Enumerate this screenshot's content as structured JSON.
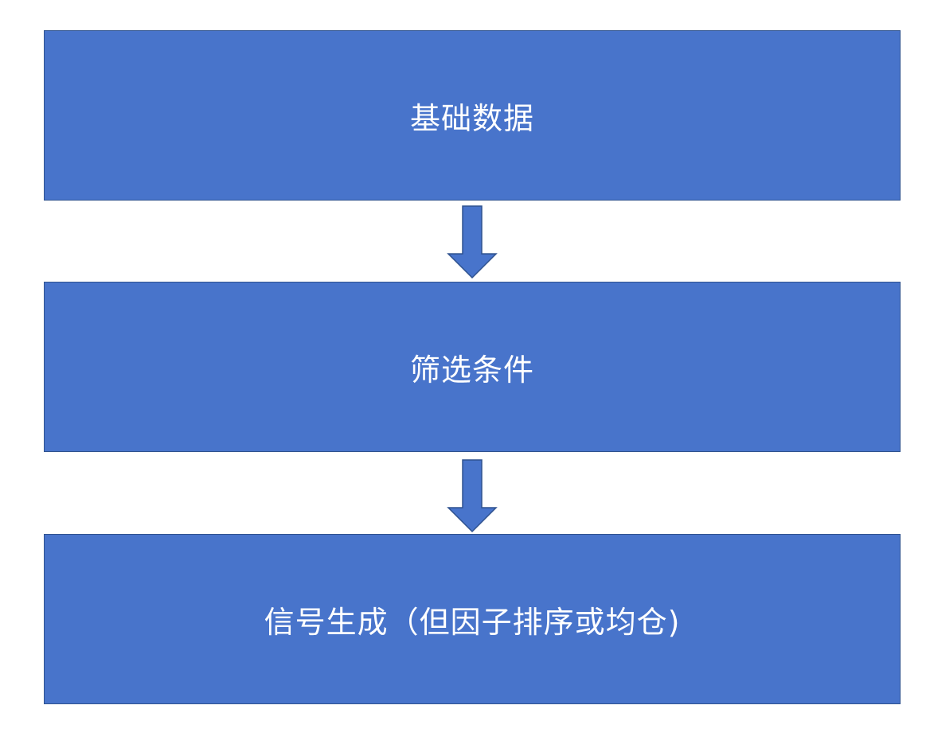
{
  "diagram": {
    "steps": [
      {
        "label": "基础数据"
      },
      {
        "label": "筛选条件"
      },
      {
        "label": "信号生成（但因子排序或均仓)"
      }
    ],
    "colors": {
      "box_fill": "#4874CB",
      "box_border": "#2F528F",
      "text": "#FFFFFF"
    }
  }
}
